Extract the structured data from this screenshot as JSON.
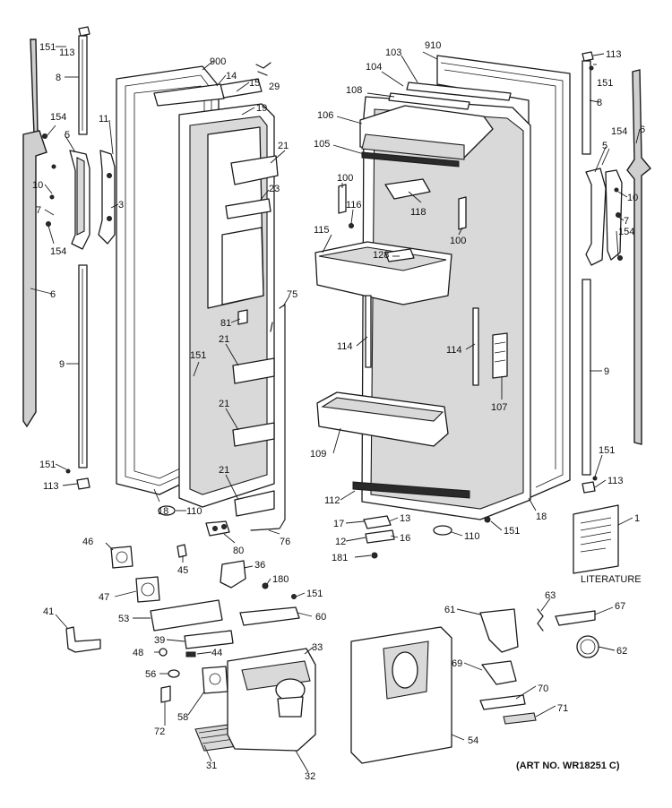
{
  "labels": {
    "l151a": "151",
    "l113a": "113",
    "l8a": "8",
    "l154a": "154",
    "l11": "11",
    "l5a": "5",
    "l3": "3",
    "l10a": "10",
    "l7a": "7",
    "l154b": "154",
    "l6a": "6",
    "l9a": "9",
    "l151b": "151",
    "l113b": "113",
    "l900": "900",
    "l14": "14",
    "l15": "15",
    "l29": "29",
    "l19": "19",
    "l21a": "21",
    "l23": "23",
    "l75": "75",
    "l81": "81",
    "l21b": "21",
    "l151c": "151",
    "l21c": "21",
    "l21d": "21",
    "l18a": "18",
    "l110a": "110",
    "l80": "80",
    "l76": "76",
    "l910": "910",
    "l103": "103",
    "l104": "104",
    "l108": "108",
    "l106": "106",
    "l105": "105",
    "l100a": "100",
    "l116": "116",
    "l118": "118",
    "l100b": "100",
    "l115": "115",
    "l128": "128",
    "l114a": "114",
    "l114b": "114",
    "l107": "107",
    "l109": "109",
    "l112": "112",
    "l18b": "18",
    "l17": "17",
    "l13": "13",
    "l12": "12",
    "l16": "16",
    "l110b": "110",
    "l151d": "151",
    "l181": "181",
    "l113c": "113",
    "l151e": "151",
    "l8b": "8",
    "l5b": "5",
    "l154c": "154",
    "l6b": "6",
    "l10b": "10",
    "l7b": "7",
    "l154d": "154",
    "l9b": "9",
    "l151f": "151",
    "l113d": "113",
    "l1": "1",
    "l46": "46",
    "l45": "45",
    "l36": "36",
    "l180": "180",
    "l151g": "151",
    "l47": "47",
    "l41": "41",
    "l53": "53",
    "l60": "60",
    "l39": "39",
    "l44": "44",
    "l33": "33",
    "l48": "48",
    "l56": "56",
    "l58": "58",
    "l72": "72",
    "l31": "31",
    "l32": "32",
    "l54": "54",
    "l61": "61",
    "l63": "63",
    "l67": "67",
    "l62": "62",
    "l69": "69",
    "l70": "70",
    "l71": "71"
  },
  "literature_caption": "LITERATURE",
  "art_number": "(ART NO. WR18251 C)"
}
